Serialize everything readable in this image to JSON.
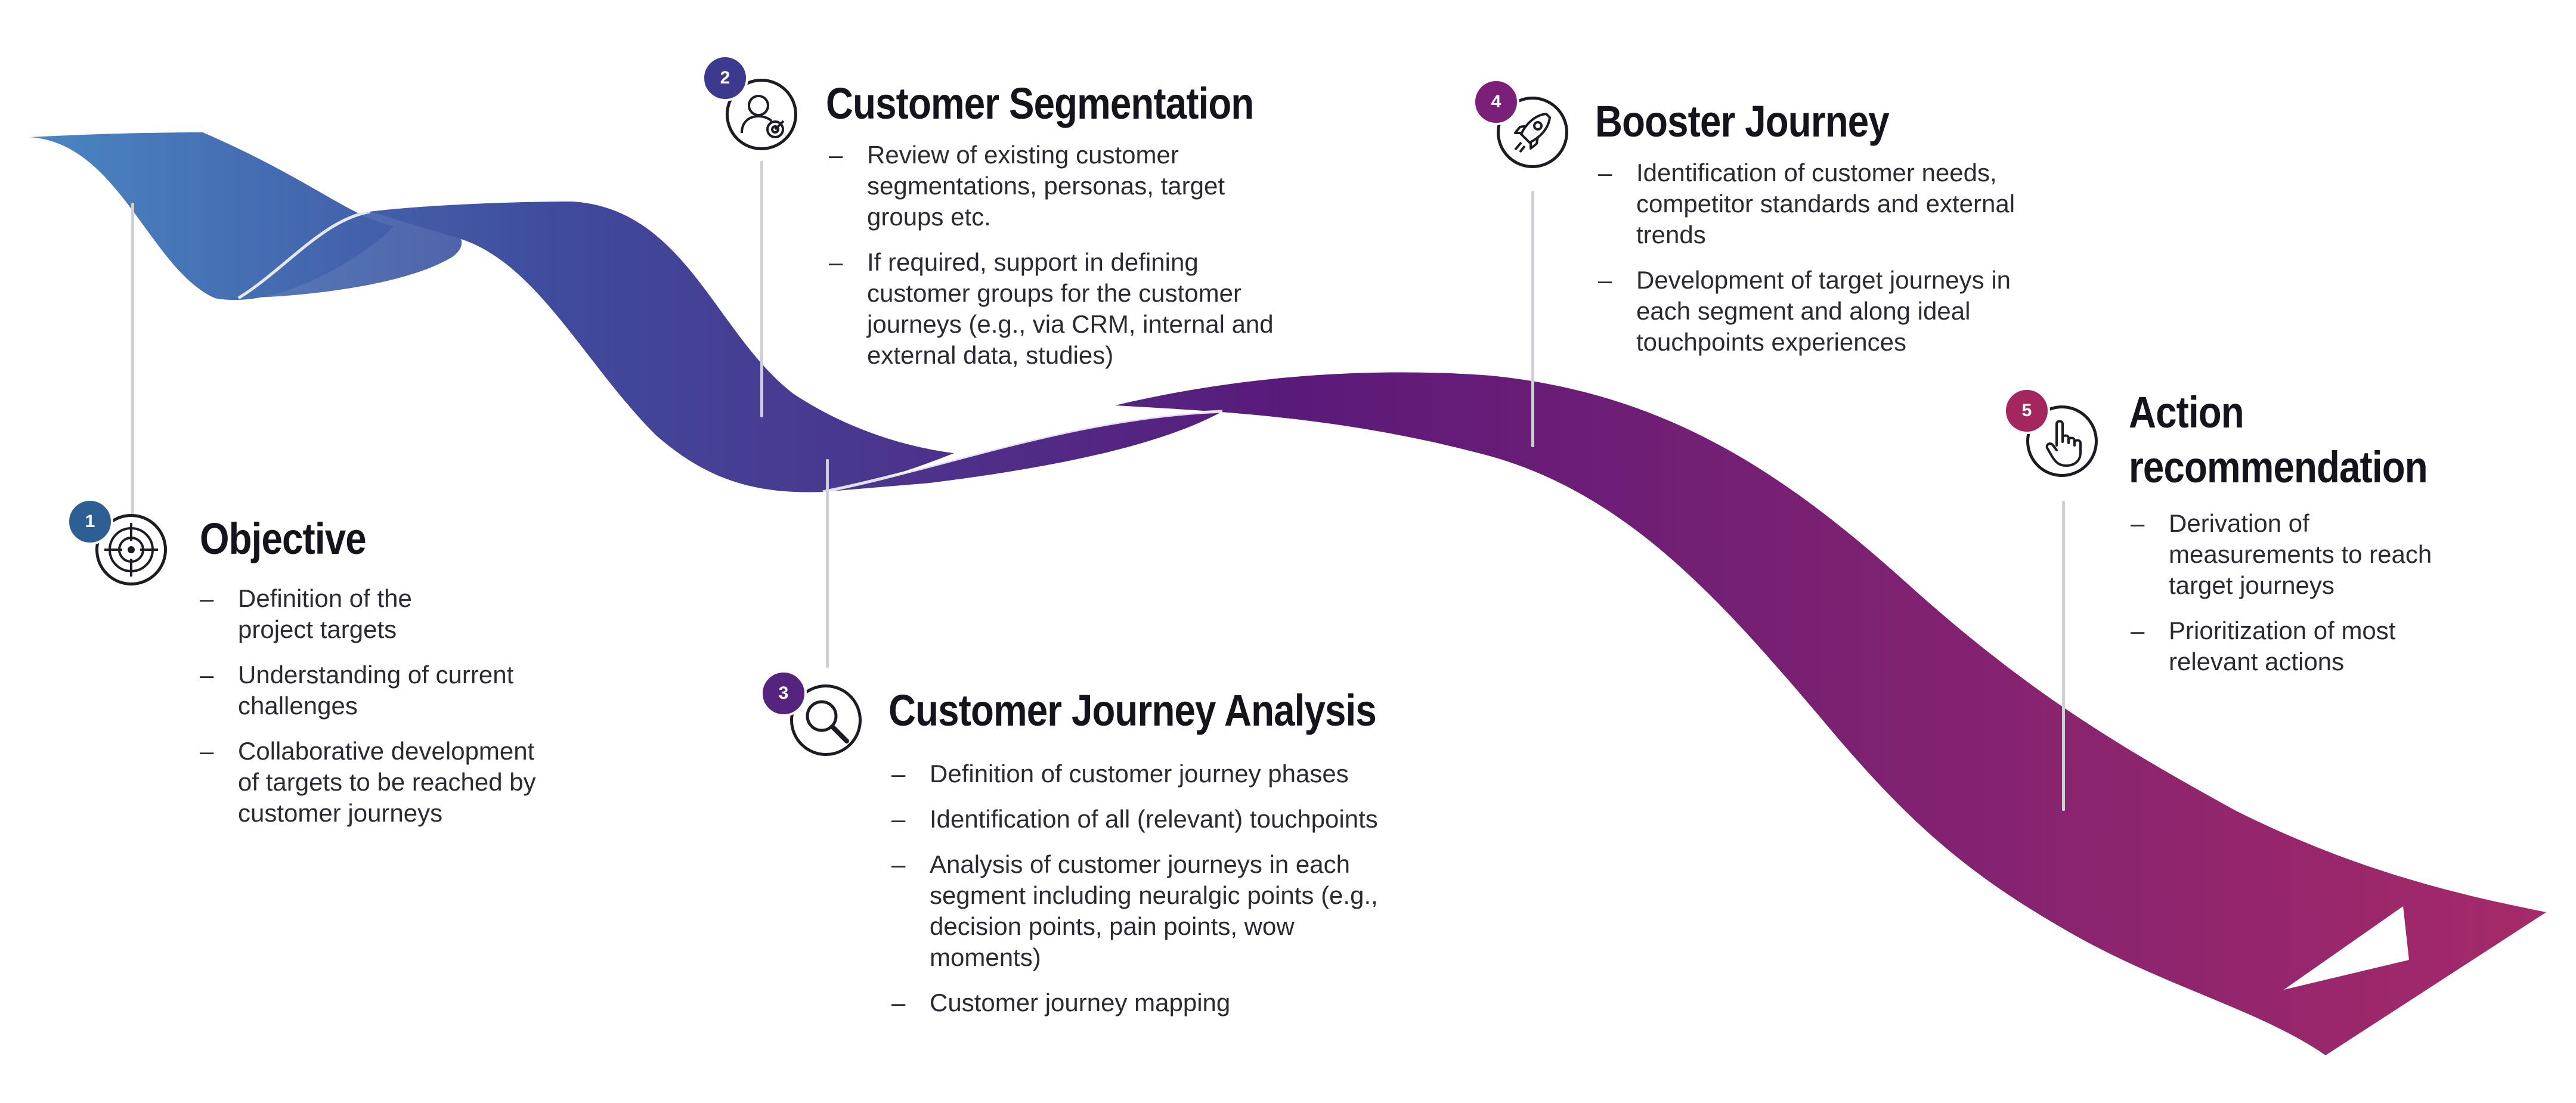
{
  "colors": {
    "ribbon_start": "#4a8ac4",
    "ribbon_mid_blue": "#3f4a9c",
    "ribbon_purple": "#5a1a7a",
    "ribbon_end": "#a82a68",
    "badge_1": "#2e5f93",
    "badge_2": "#3b3a8e",
    "badge_3": "#55247e",
    "badge_4": "#7b1f78",
    "badge_5": "#a3265f"
  },
  "steps": [
    {
      "number": "1",
      "title_lines": [
        "Objective"
      ],
      "icon": "target-icon",
      "bullets": [
        "Definition of the\nproject targets",
        "Understanding of current\nchallenges",
        "Collaborative development\nof targets to be reached by\ncustomer journeys"
      ]
    },
    {
      "number": "2",
      "title_lines": [
        "Customer Segmentation"
      ],
      "icon": "person-target-icon",
      "bullets": [
        "Review of existing customer\nsegmentations, personas, target\ngroups etc.",
        "If required, support in defining\ncustomer groups for the customer\njourneys (e.g., via CRM, internal and\nexternal data, studies)"
      ]
    },
    {
      "number": "3",
      "title_lines": [
        "Customer Journey Analysis"
      ],
      "icon": "magnifier-icon",
      "bullets": [
        "Definition of customer journey phases",
        "Identification of all (relevant) touchpoints",
        "Analysis of customer journeys in each\nsegment including neuralgic points (e.g.,\ndecision points, pain points, wow\nmoments)",
        "Customer journey mapping"
      ]
    },
    {
      "number": "4",
      "title_lines": [
        "Booster Journey"
      ],
      "icon": "rocket-icon",
      "bullets": [
        "Identification of customer needs,\ncompetitor standards and external\ntrends",
        "Development of target journeys in\neach segment and along ideal\ntouchpoints experiences"
      ]
    },
    {
      "number": "5",
      "title_lines": [
        "Action",
        "recommendation"
      ],
      "icon": "pointer-hand-icon",
      "bullets": [
        "Derivation of\nmeasurements to reach\ntarget journeys",
        "Prioritization of most\nrelevant actions"
      ]
    }
  ]
}
